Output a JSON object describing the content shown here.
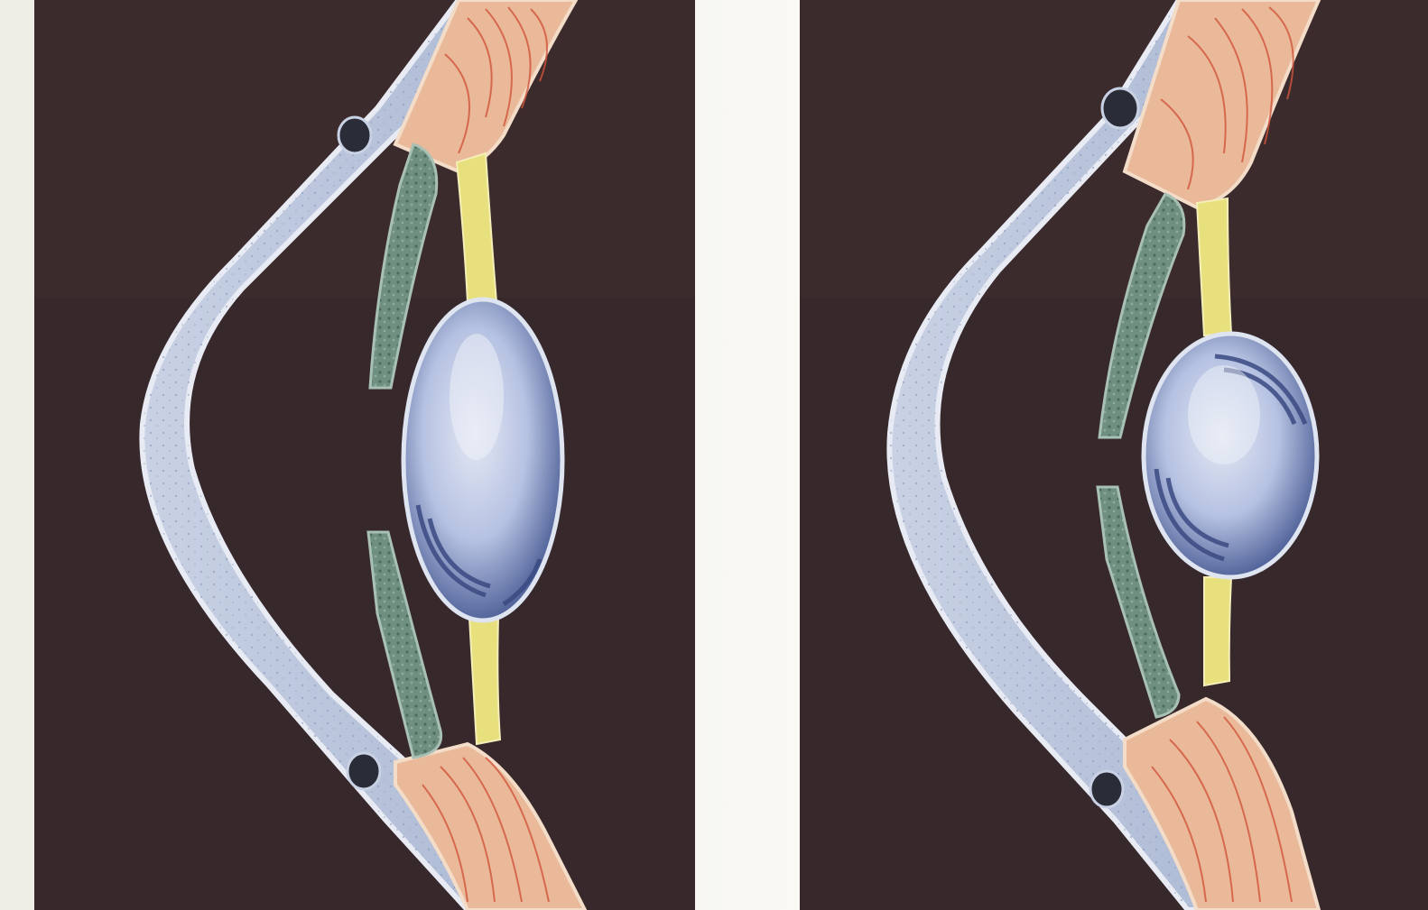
{
  "figure": {
    "panels": [
      {
        "id": "left",
        "lens_shape": "thick"
      },
      {
        "id": "right",
        "lens_shape": "round"
      }
    ],
    "colors": {
      "background_board": "#3a2a2c",
      "paper": "#f4f2ea",
      "sclera": "#b8c4d8",
      "ciliary_muscle": "#e9a07a",
      "iris": "#6f8f80",
      "zonule_fibers": "#e6df7a",
      "lens": "#aab8dc"
    }
  }
}
